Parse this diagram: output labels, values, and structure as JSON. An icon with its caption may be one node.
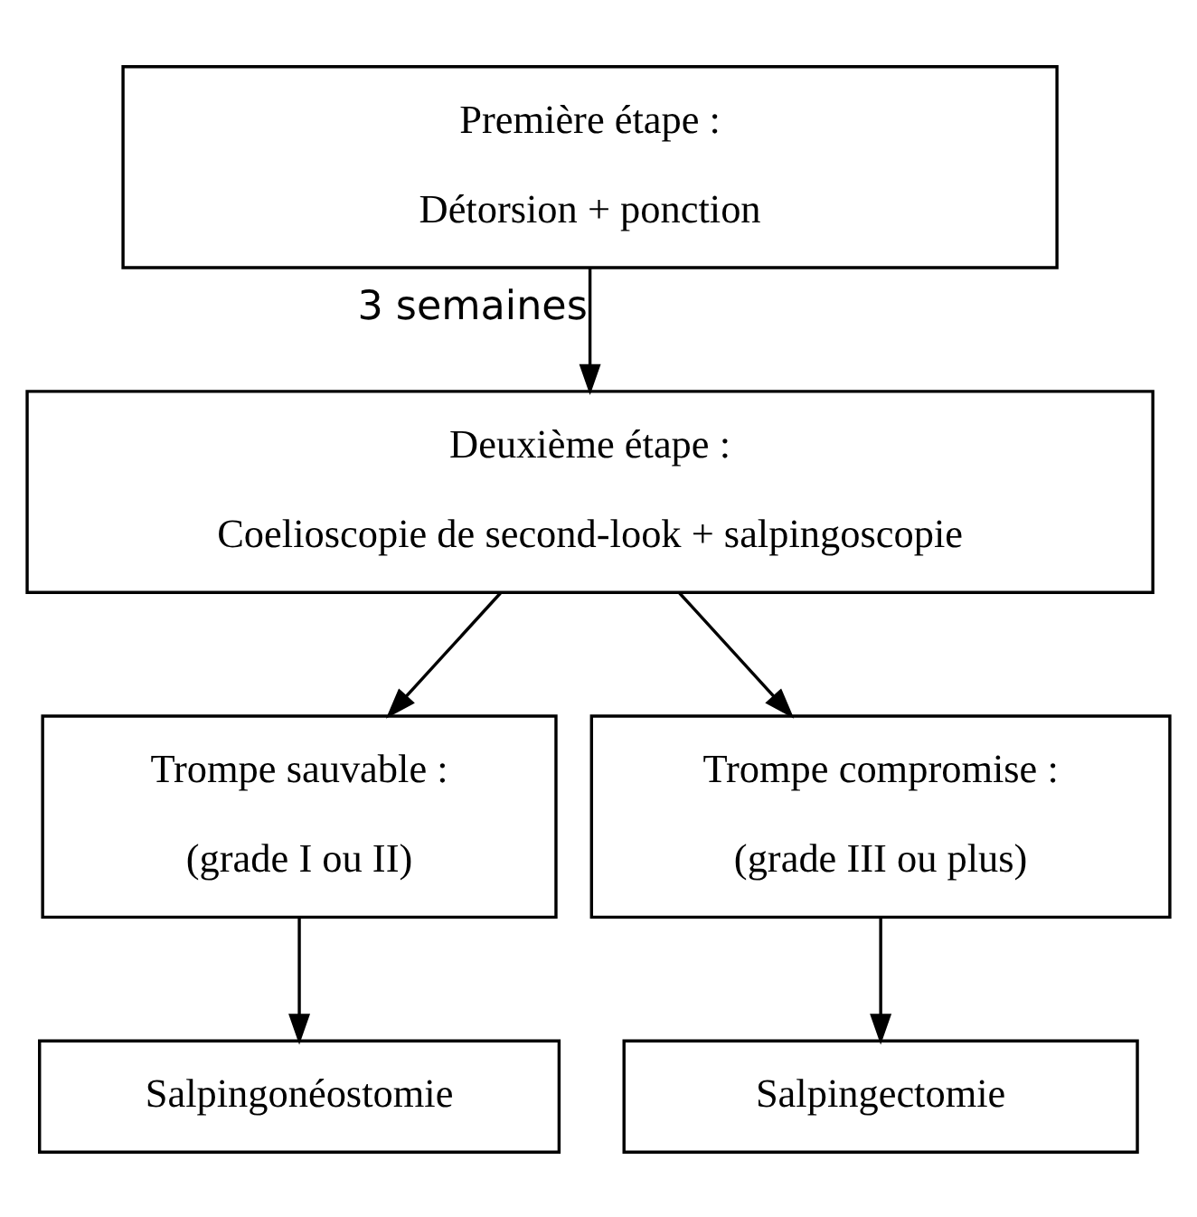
{
  "diagram": {
    "nodes": [
      {
        "text": [
          "Première étape :",
          "Détorsion + ponction"
        ]
      },
      {
        "text": [
          "Deuxième étape :",
          "Coelioscopie de second-look + salpingoscopie"
        ]
      },
      {
        "text": [
          "Trompe sauvable :",
          "(grade I ou II)"
        ]
      },
      {
        "text": [
          "Trompe compromise :",
          "(grade III ou plus)"
        ]
      },
      {
        "text": [
          "Salpingonéostomie"
        ]
      },
      {
        "text": [
          "Salpingectomie"
        ]
      }
    ],
    "edges": [
      {
        "from": 0,
        "to": 1,
        "arrow": "to",
        "label": "3 semaines"
      },
      {
        "from": 1,
        "to": 2,
        "arrow": "to"
      },
      {
        "from": 1,
        "to": 3,
        "arrow": "to"
      },
      {
        "from": 2,
        "to": 4,
        "arrow": "to"
      },
      {
        "from": 3,
        "to": 5,
        "arrow": "to"
      }
    ]
  }
}
